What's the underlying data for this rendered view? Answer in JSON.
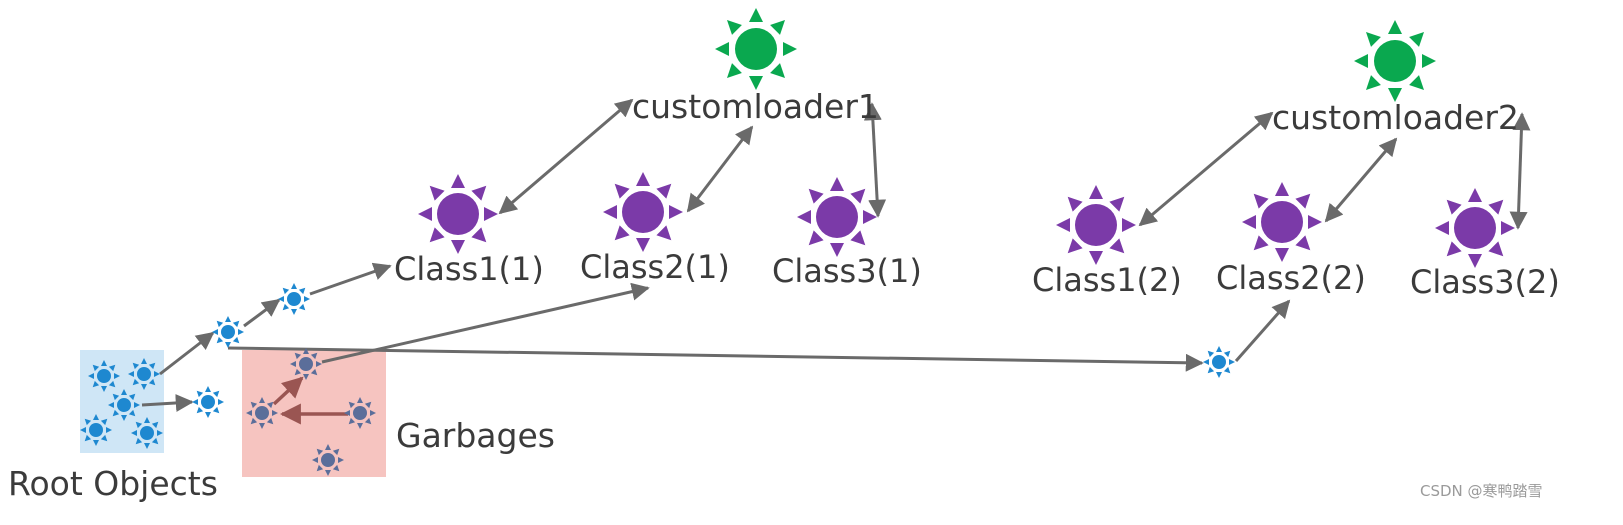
{
  "loaders": {
    "loader1": "customloader1",
    "loader2": "customloader2"
  },
  "classes": {
    "c1_1": "Class1(1)",
    "c2_1": "Class2(1)",
    "c3_1": "Class3(1)",
    "c1_2": "Class1(2)",
    "c2_2": "Class2(2)",
    "c3_2": "Class3(2)"
  },
  "labels": {
    "root_objects": "Root Objects",
    "garbages": "Garbages"
  },
  "watermark": "CSDN @寒鸭踏雪",
  "colors": {
    "loader_node": "#0aa84f",
    "class_node": "#7b3aa8",
    "live_object": "#1e88d0",
    "garbage_object": "#5b6e9a",
    "root_region": "#cfe6f6",
    "garbage_region": "#f6c4c0",
    "edge": "#6a6a6a",
    "garbage_edge": "#9a5552",
    "text": "#3b3b3b"
  }
}
